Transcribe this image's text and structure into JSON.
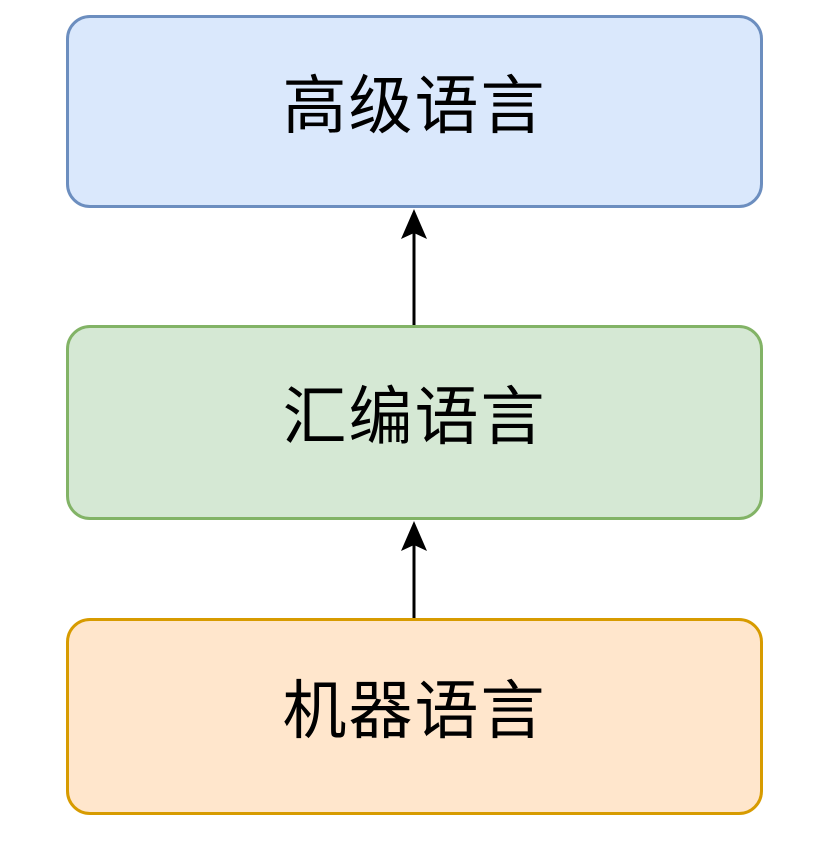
{
  "diagram": {
    "type": "flowchart",
    "background": "#FFFFFF",
    "text_color": "#000000",
    "edge_color": "#000000",
    "nodes": [
      {
        "id": "high-level",
        "label": "高级语言",
        "fill": "#DAE8FC",
        "border": "#6C8EBF"
      },
      {
        "id": "assembly",
        "label": "汇编语言",
        "fill": "#D5E8D4",
        "border": "#82B366"
      },
      {
        "id": "machine",
        "label": "机器语言",
        "fill": "#FFE6CC",
        "border": "#D79B00"
      }
    ],
    "edges": [
      {
        "from": "machine",
        "to": "assembly",
        "direction": "up",
        "style": "solid-arrow"
      },
      {
        "from": "assembly",
        "to": "high-level",
        "direction": "up",
        "style": "solid-arrow"
      }
    ]
  }
}
